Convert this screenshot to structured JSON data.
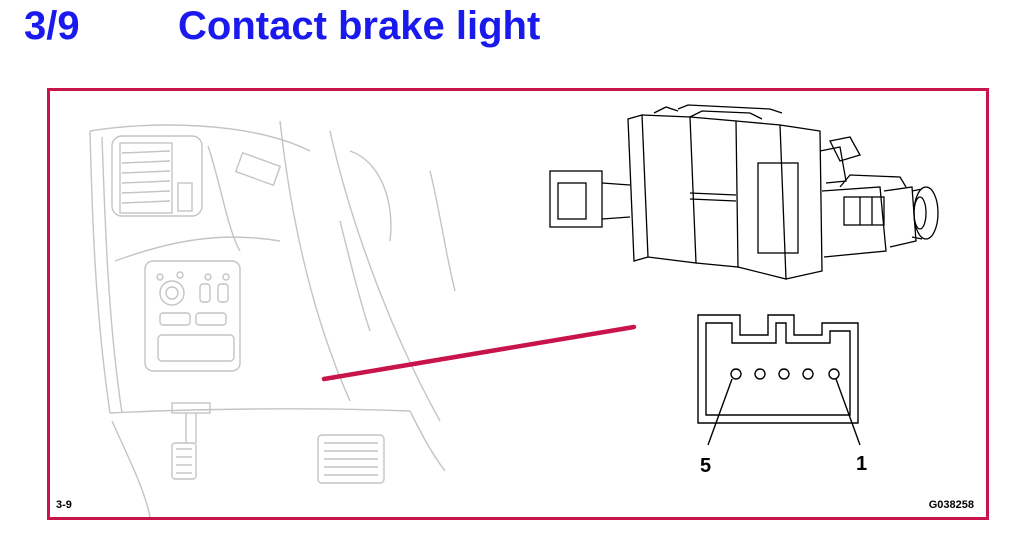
{
  "header": {
    "number": "3/9",
    "title": "Contact brake light"
  },
  "figure": {
    "label": "3-9",
    "code": "G038258",
    "frame_color": "#c8144a",
    "pointer_color": "#c8144a"
  },
  "connector": {
    "pin_label_left": "5",
    "pin_label_right": "1"
  },
  "colors": {
    "title": "#1a1aee",
    "sketch": "#c4c4c4",
    "ink": "#000000"
  }
}
